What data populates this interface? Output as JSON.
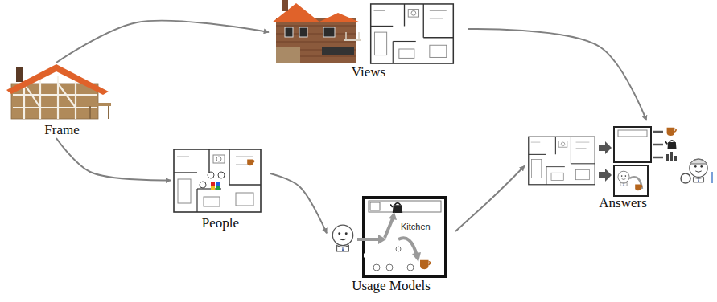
{
  "diagram": {
    "nodes": [
      {
        "text": [
          "Frame"
        ]
      },
      {
        "text": [
          "Views"
        ]
      },
      {
        "text": [
          "People"
        ]
      },
      {
        "text": [
          "Usage Models"
        ]
      },
      {
        "text": [
          "Answers"
        ]
      }
    ],
    "edges": [
      {
        "from": 0,
        "to": 1,
        "arrow": "to"
      },
      {
        "from": 0,
        "to": 2,
        "arrow": "to"
      },
      {
        "from": 2,
        "to": 3,
        "arrow": "to"
      },
      {
        "from": 3,
        "to": 4,
        "arrow": "to"
      },
      {
        "from": 1,
        "to": 4,
        "arrow": "to"
      }
    ],
    "labels": [
      "Kitchen"
    ]
  }
}
